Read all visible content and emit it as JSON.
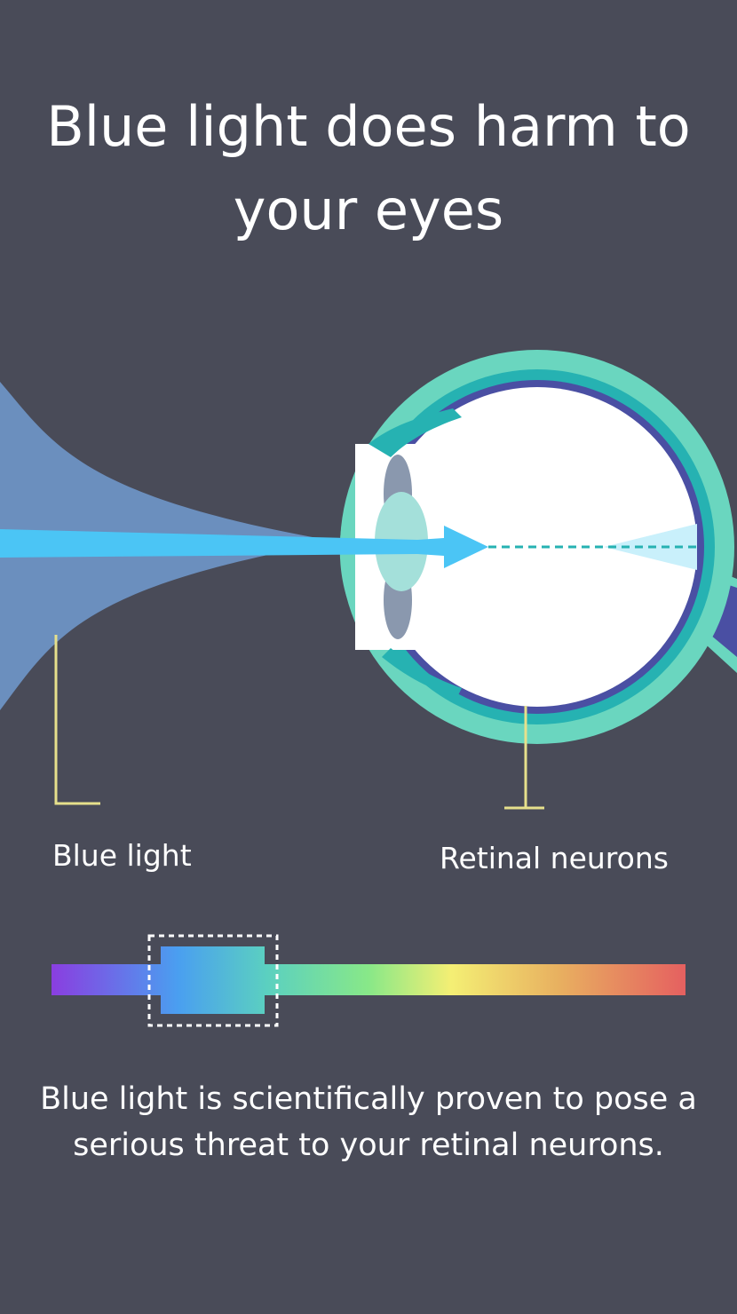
{
  "page": {
    "title": "Blue light does harm to your eyes",
    "caption": "Blue light is scientifically proven to pose a serious threat to your retinal neurons."
  },
  "labels": {
    "blue_light": "Blue light",
    "retinal_neurons": "Retinal neurons"
  },
  "colors": {
    "background": "#494b58",
    "beam": "#6b8fbe",
    "ray": "#4bc5f5",
    "sclera": "#6ad6bf",
    "choroid": "#26b2b2",
    "retina": "#4a4fa3",
    "iris": "#8a98ae",
    "lens": "#a4e0da",
    "leader_line": "#e6e08c",
    "spectrum": [
      "#8a3ee0",
      "#4a9ff0",
      "#5bd0c0",
      "#88e888",
      "#f4ef74",
      "#e8b060",
      "#e56060"
    ]
  },
  "icons": {
    "eye": "eye-cross-section-icon",
    "arrow": "light-ray-arrow-icon"
  }
}
